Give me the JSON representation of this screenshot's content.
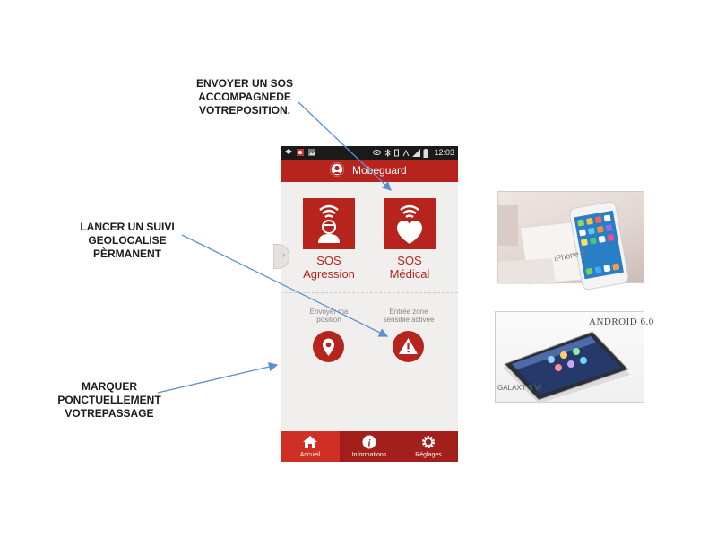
{
  "annotations": {
    "send_sos": [
      "ENVOYER UN SOS",
      "ACCOMPAGNEDE",
      "VOTREPOSITION."
    ],
    "tracking": [
      "LANCER UN SUIVI",
      "GEOLOCALISE",
      "PÈRMANENT"
    ],
    "mark_passage": [
      "MARQUER",
      "PONCTUELLEMENT",
      "VOTREPASSAGE"
    ]
  },
  "phone": {
    "status_time": "12:03",
    "app_title": "Mobeguard",
    "sos_agression": {
      "line1": "SOS",
      "line2": "Agression"
    },
    "sos_medical": {
      "line1": "SOS",
      "line2": "Médical"
    },
    "send_position": {
      "line1": "Envoyer ma",
      "line2": "position"
    },
    "zone_activated": {
      "line1": "Entrée zone",
      "line2": "sensible activée"
    },
    "nav": {
      "home": "Accueil",
      "info": "Informations",
      "settings": "Réglages"
    }
  },
  "photos": {
    "iphone_label": "iPhone 6",
    "android_title": "ANDROID 6.0",
    "android_subtitle": "GALAXY S VI"
  },
  "colors": {
    "brand_red": "#b7241e",
    "arrow_blue": "#5b8fcf",
    "background": "#ffffff"
  }
}
